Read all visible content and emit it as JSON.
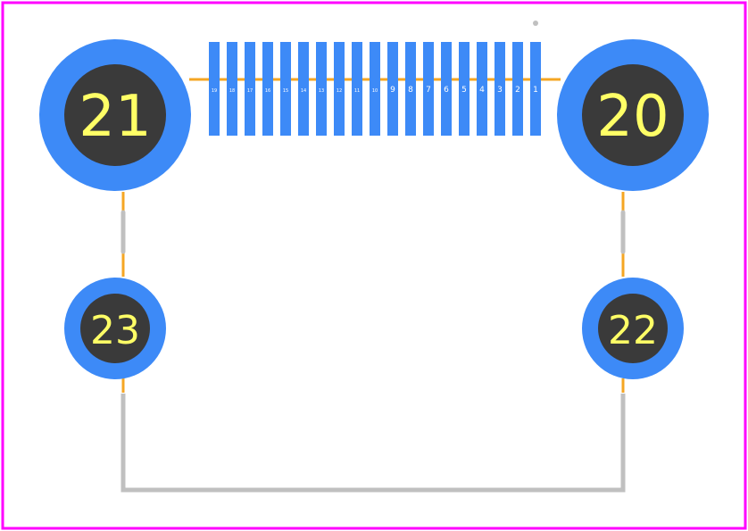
{
  "footprint": {
    "colors": {
      "board_outline": "#ff00ff",
      "silkscreen": "#c0c0c0",
      "courtyard": "#f5a623",
      "copper": "#3d8af7",
      "drill": "#3a3a3a",
      "pad_text": "#ffff66",
      "pin_text": "#ffffff",
      "background": "#ffffff"
    },
    "large_pads": [
      {
        "id": "pad-21",
        "label": "21"
      },
      {
        "id": "pad-20",
        "label": "20"
      }
    ],
    "small_pads": [
      {
        "id": "pad-23",
        "label": "23"
      },
      {
        "id": "pad-22",
        "label": "22"
      }
    ],
    "fpc_pins": [
      "19",
      "18",
      "17",
      "16",
      "15",
      "14",
      "13",
      "12",
      "11",
      "10",
      "9",
      "8",
      "7",
      "6",
      "5",
      "4",
      "3",
      "2",
      "1"
    ]
  }
}
